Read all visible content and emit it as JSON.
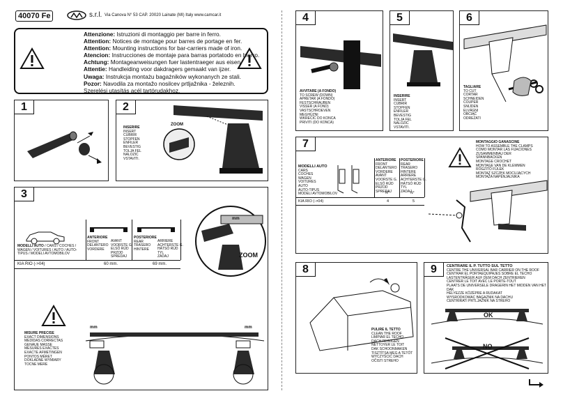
{
  "header": {
    "code": "40070 Fe",
    "company": "s.r.l.",
    "address": "Via Canova N° 53 CAP. 20020 Lainate (MI) Italy www.camcar.it"
  },
  "attention": [
    {
      "label": "Attenzione:",
      "text": " Istruzioni di montaggio per barre in ferro."
    },
    {
      "label": "Attention:",
      "text": " Notices de montage pour barres de portage en fer."
    },
    {
      "label": "Attention:",
      "text": " Mounting instructions for bar-carriers made of iron."
    },
    {
      "label": "Atencion:",
      "text": " Instrucciones de montaje para barras portatodo en hierro."
    },
    {
      "label": "Achtung:",
      "text": " Montageanweisungen fuer lastentraeger aus eisen."
    },
    {
      "label": "Attentie:",
      "text": " Handleiding voor dakdragers gemaakt van ijzer."
    },
    {
      "label": "Uwaga:",
      "text": " Instrukcja montażu bagażników wykonanych ze stali."
    },
    {
      "label": "Pozor:",
      "text": " Navodila za montažo nosilcev prtljažnika - železnih."
    },
    {
      "label": "",
      "text": "Szerelési utasítás acél tartórudakhoz."
    }
  ],
  "steps": {
    "s1": {
      "num": "1"
    },
    "s2": {
      "num": "2",
      "title": "INSERIRE",
      "lines": [
        "INSERT",
        "CUBRIR",
        "STOPFEN",
        "ENFILER",
        "BEVESTIG",
        "TOLJA FEL",
        "NALOZIC",
        "VSTAVITI."
      ],
      "zoom": "ZOOM"
    },
    "s3": {
      "num": "3",
      "models_title": "MODELLI AUTO",
      "models_sub": "/ CARS / COCHES / WAGEN / VOITURES / AUTO / AUTO-TIPUS / MODELI AVTOMOBILOV",
      "front_title": "ANTERIORE",
      "front_lines": [
        "FRONT",
        "DELANTERO",
        "VORDERE"
      ],
      "front_lines2": [
        "AVANT",
        "VOORSTE G.",
        "ELSŐ RÚD",
        "PRZOD",
        "SPREDAJ"
      ],
      "rear_title": "POSTERIORE",
      "rear_lines": [
        "REAR",
        "TRASERO",
        "HINTERE"
      ],
      "rear_lines2": [
        "ARRIERE",
        "ACHTERSTE G.",
        "HÁTSÓ RÚD",
        "TYL",
        "ZADAJ"
      ],
      "row_model": "KIA RIO",
      "row_year": "(->04)",
      "row_front": "60 mm.",
      "row_rear": "69 mm.",
      "mm": "mm",
      "zoom": "ZOOM",
      "measure_title": "MISURE PRECISE",
      "measure_lines": [
        "EXACT DIMENSIONS",
        "MEDIDAS CORRECTAS",
        "GENAUE MASSE",
        "MESURES EXACTES",
        "EXACTE AFMETINGEN",
        "PONTOS MÉRET",
        "DOKLADNE WYMIARY",
        "TOCNE MERE"
      ],
      "mm2": "mm",
      "mm3": "mm"
    },
    "s4": {
      "num": "4",
      "title": "AVVITARE (A FONDO)",
      "lines": [
        "TO SCREW (DOWN)",
        "APRETAR (A FONDO)",
        "FESTSCHRAUBEN",
        "VISSER (A FOND)",
        "VASTSCHROEVEN",
        "MEGHÚZNI",
        "WKRECIC DO KONCA",
        "PRIVITI (DO KONCA)"
      ]
    },
    "s5": {
      "num": "5",
      "title": "INSERIRE",
      "lines": [
        "INSERT",
        "CUBRIR",
        "STOPFEN",
        "ENFILER",
        "BEVESTIG",
        "TOLJA FEL",
        "NALOZIC",
        "VSTAVITI."
      ]
    },
    "s6": {
      "num": "6",
      "title": "TAGLIARE",
      "lines": [
        "TO CUT",
        "CORTAR",
        "SCHNEIDEN",
        "COUPER",
        "SNIJDEN",
        "ELVÁGNI",
        "OBCIĄĆ",
        "ODREZATI"
      ]
    },
    "s7": {
      "num": "7",
      "models_title": "MODELLI AUTO",
      "models_lines": [
        "CARS",
        "COCHES",
        "WAGEN",
        "VOITURES",
        "AUTO",
        "AUTO-TIPUS",
        "MODELI AVTOMOBILOV"
      ],
      "front_title": "ANTERIORE",
      "front_lines": [
        "FRONT",
        "DELANTERO",
        "VORDERE",
        "AVANT",
        "VOORSTE G.",
        "ELSŐ RÚD",
        "PRZOD",
        "SPREDAJ"
      ],
      "rear_title": "POSTERIORE",
      "rear_lines": [
        "REAR",
        "TRASERO",
        "HINTERE",
        "ARRIERE",
        "ACHTERSTE G.",
        "HÁTSÓ RÚD",
        "TYL",
        "ZADAJ"
      ],
      "n_label": "N°",
      "row_model": "KIA RIO",
      "row_year": "(->04)",
      "row_front": "4",
      "row_rear": "5",
      "clamp_title": "MONTAGGIO GANASCINE",
      "clamp_lines": [
        "HOW TO ASSEMBLE THE CLAMPS",
        "COMO MONTAR LAS FIJACIONES",
        "ZUSAMMENBAU DER",
        "SPANNBACKEN",
        "MONTAGE CROCHET",
        "MONTAGE VAN DE KLEMMEN",
        "RÖGZÍTŐ FÜLEK",
        "MONTAŻ SZCZĘK MOCUJĄCYCH",
        "MONTAŽA NAPENJALNIKA"
      ]
    },
    "s8": {
      "num": "8",
      "title": "PULIRE IL TETTO",
      "lines": [
        "CLEAN THE ROOF",
        "LIMPIAR EL TECHO",
        "DACH REINIGEN",
        "NETTOYER LE TOIT",
        "DAK SCHOONMAKEN",
        "TISZTÍTSA MEG A TETŐT",
        "WYCZYŚCIĆ DACH",
        "OČISTI STREHO"
      ]
    },
    "s9": {
      "num": "9",
      "title": "CENTRARE IL P. TUTTO SUL TETTO",
      "lines": [
        "CENTRE THE UNIVERSAL BAR CARRIER ON THE ROOF",
        "CENTRAR EL PORTAEQUIPAJES SOBRE EL TECHO",
        "LASTENTRÄGER AUF DEM DACH ZENTRIEREN",
        "CENTRER LE TOIT AVEC LE PORTE-TOUT",
        "PLAATS DE UNIVERSELE DRAGERIN HET MIDDEN VAN HET DAK",
        "HELYEZZE KÖZÉPRE A RUDAKAT",
        "WYSRODKOWAC BAGAŻNIK NA DACHU",
        "CENTRIRATI PRTLJAŽNIK NA STREHO"
      ],
      "ok": "OK",
      "no": "NO"
    }
  },
  "colors": {
    "ink": "#111111",
    "metal": "#2a2a2a",
    "light": "#bdbdbd"
  }
}
